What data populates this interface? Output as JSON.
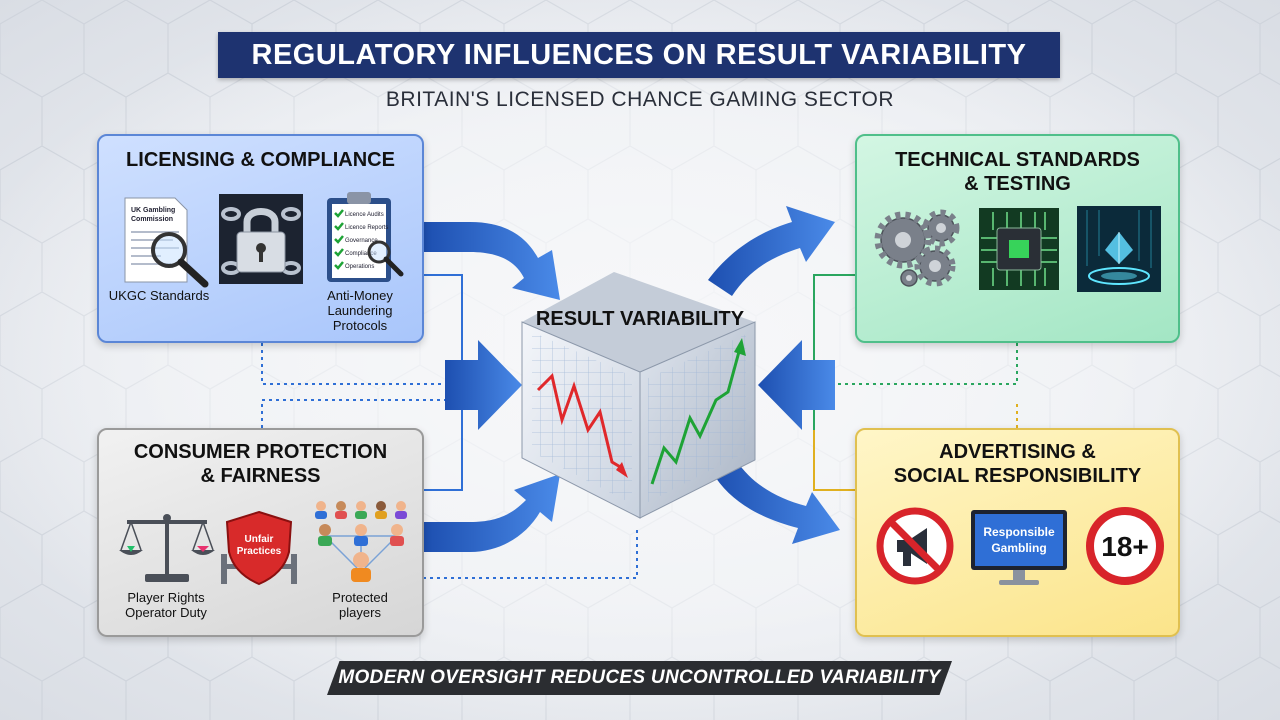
{
  "title": "REGULATORY INFLUENCES ON RESULT VARIABILITY",
  "subtitle": "BRITAIN'S LICENSED CHANCE GAMING SECTOR",
  "center": {
    "label": "RESULT VARIABILITY"
  },
  "panels": {
    "licensing": {
      "title": "LICENSING & COMPLIANCE",
      "captions": [
        "UKGC Standards",
        "Anti-Money\nLaundering\nProtocols"
      ],
      "doc_text": [
        "UK Gambling",
        "Commission"
      ],
      "checklist": [
        "Licence Audits",
        "Licence Reports",
        "Governance",
        "Compliance",
        "Operations"
      ]
    },
    "technical": {
      "title": "TECHNICAL STANDARDS\n& TESTING"
    },
    "consumer": {
      "title": "CONSUMER PROTECTION\n& FAIRNESS",
      "captions": [
        "Player Rights\nOperator Duty",
        "Protected\nplayers"
      ],
      "shield_text": [
        "Unfair",
        "Practices"
      ]
    },
    "advertising": {
      "title": "ADVERTISING &\nSOCIAL RESPONSIBILITY",
      "screen_text": [
        "Responsible",
        "Gambling"
      ],
      "age_badge": "18+"
    }
  },
  "footer": "MODERN OVERSIGHT REDUCES UNCONTROLLED VARIABILITY",
  "colors": {
    "title_bg": "#1e3370",
    "arrow_blue": "#2f6fd6",
    "trend_down": "#e0282b",
    "trend_up": "#1ea336",
    "connector_blue": "#2f6fd6",
    "connector_green": "#2aa65f",
    "connector_yellow": "#e0b020"
  }
}
